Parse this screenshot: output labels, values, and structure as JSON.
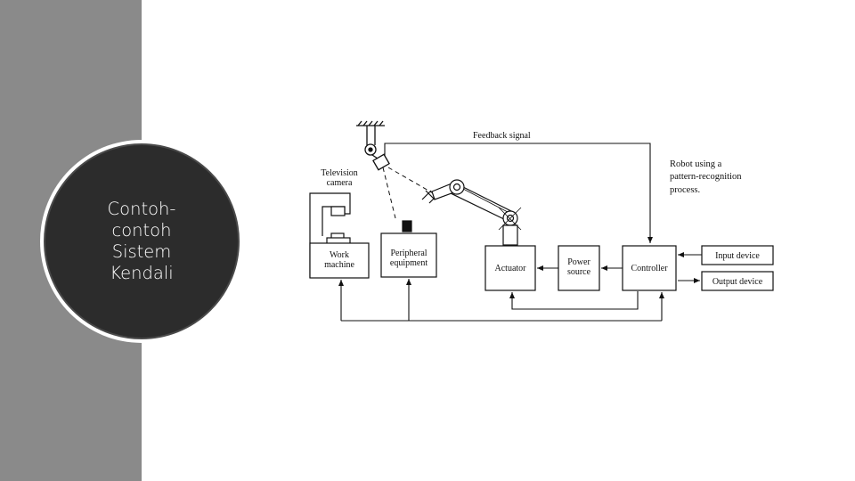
{
  "slide": {
    "title": "Contoh-contoh Sistem Kendali"
  },
  "diagram": {
    "labels": {
      "feedback_signal": "Feedback signal",
      "television": "Television",
      "camera": "camera",
      "robot_line1": "Robot using a",
      "robot_line2": "pattern-recognition",
      "robot_line3": "process.",
      "work_line1": "Work",
      "work_line2": "machine",
      "peripheral_line1": "Peripheral",
      "peripheral_line2": "equipment",
      "actuator": "Actuator",
      "power_line1": "Power",
      "power_line2": "source",
      "controller": "Controller",
      "input_device": "Input device",
      "output_device": "Output device"
    }
  }
}
